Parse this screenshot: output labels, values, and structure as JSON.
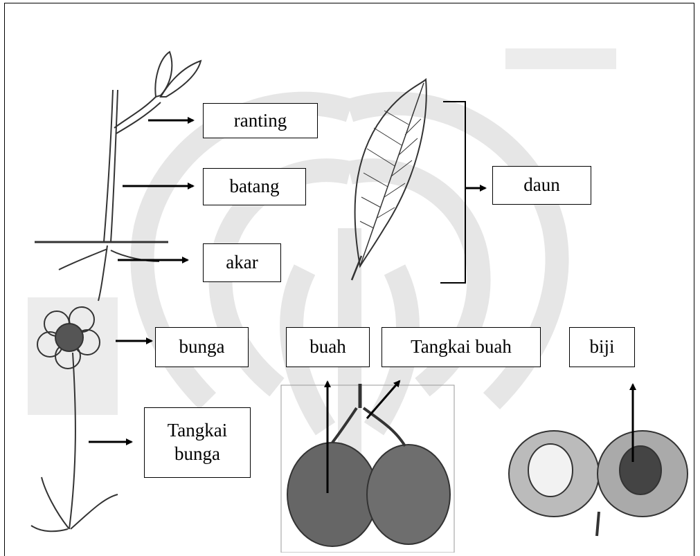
{
  "labels": {
    "ranting": "ranting",
    "batang": "batang",
    "akar": "akar",
    "daun": "daun",
    "bunga": "bunga",
    "buah": "buah",
    "tangkai_buah": "Tangkai buah",
    "biji": "biji",
    "tangkai_bunga_line1": "Tangkai",
    "tangkai_bunga_line2": "bunga"
  },
  "colors": {
    "line": "#000000",
    "watermark": "#e4e4e4",
    "drawing": "#333333"
  },
  "illustrations": [
    "plant-stem-root-sketch",
    "leaf-sketch",
    "flower-sketch",
    "fruit-pair-sketch",
    "seed-cross-section-sketch"
  ]
}
